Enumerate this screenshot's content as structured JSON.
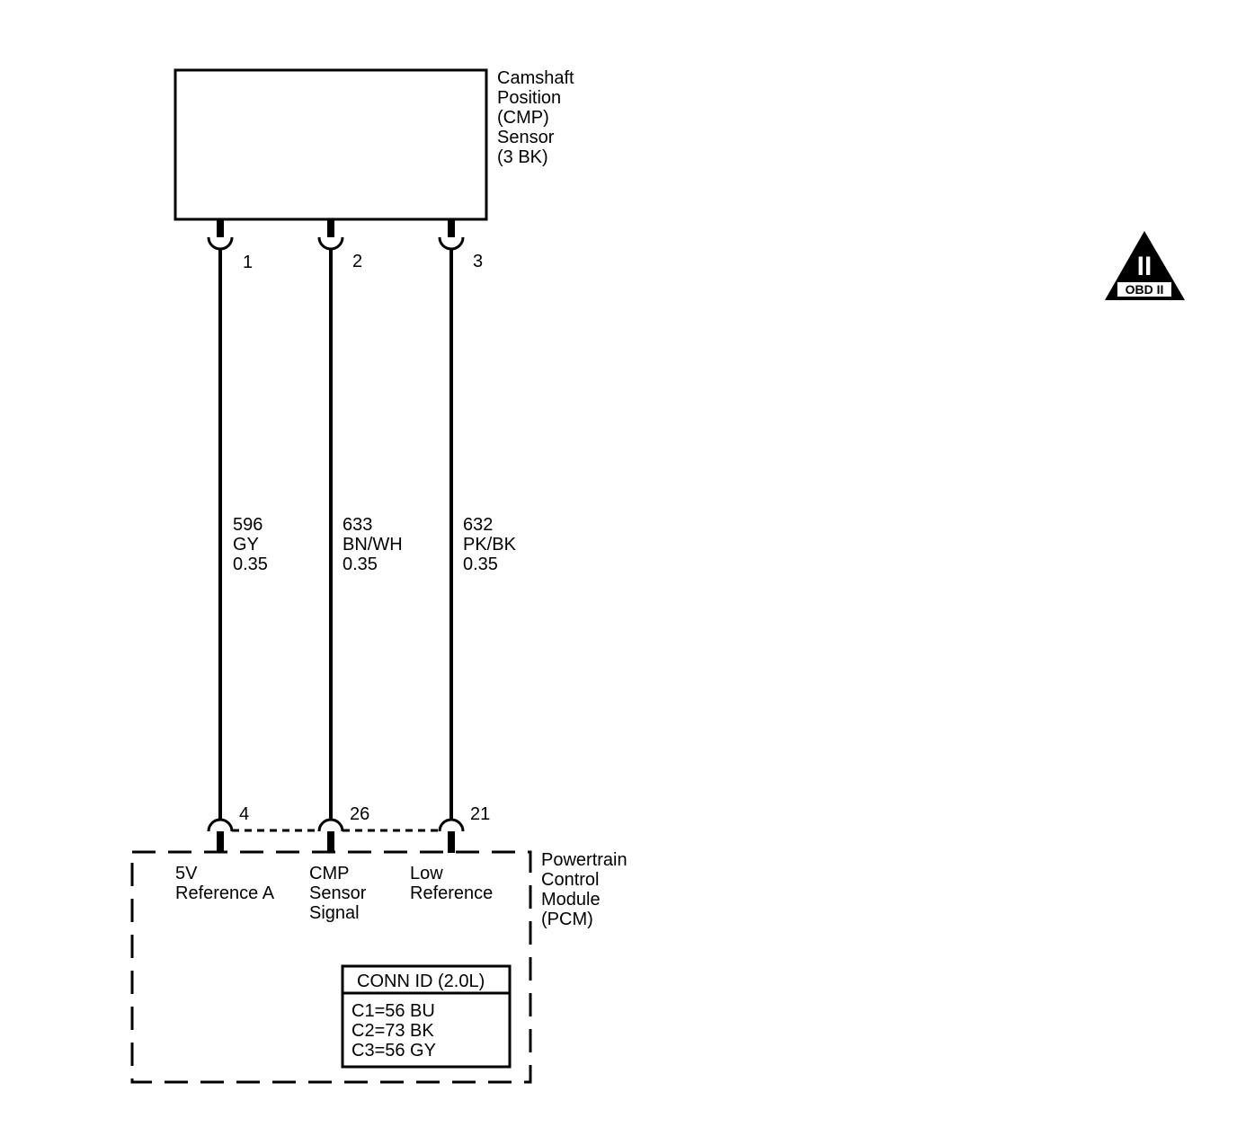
{
  "sensor": {
    "lines": [
      "Camshaft",
      "Position",
      "(CMP)",
      "Sensor",
      "(3 BK)"
    ]
  },
  "sensor_pins": [
    "1",
    "2",
    "3"
  ],
  "wires": [
    {
      "circuit": "596",
      "color": "GY",
      "size": "0.35"
    },
    {
      "circuit": "633",
      "color": "BN/WH",
      "size": "0.35"
    },
    {
      "circuit": "632",
      "color": "PK/BK",
      "size": "0.35"
    }
  ],
  "pcm_pins": [
    "4",
    "26",
    "21"
  ],
  "pcm_pin_labels": [
    [
      "5V",
      "Reference A"
    ],
    [
      "CMP",
      "Sensor",
      "Signal"
    ],
    [
      "Low",
      "Reference"
    ]
  ],
  "pcm": {
    "lines": [
      "Powertrain",
      "Control",
      "Module",
      "(PCM)"
    ]
  },
  "conn_id": {
    "title": "CONN ID (2.0L)",
    "rows": [
      "C1=56 BU",
      "C2=73 BK",
      "C3=56 GY"
    ]
  },
  "obd_badge": {
    "numeral": "II",
    "text": "OBD II"
  }
}
